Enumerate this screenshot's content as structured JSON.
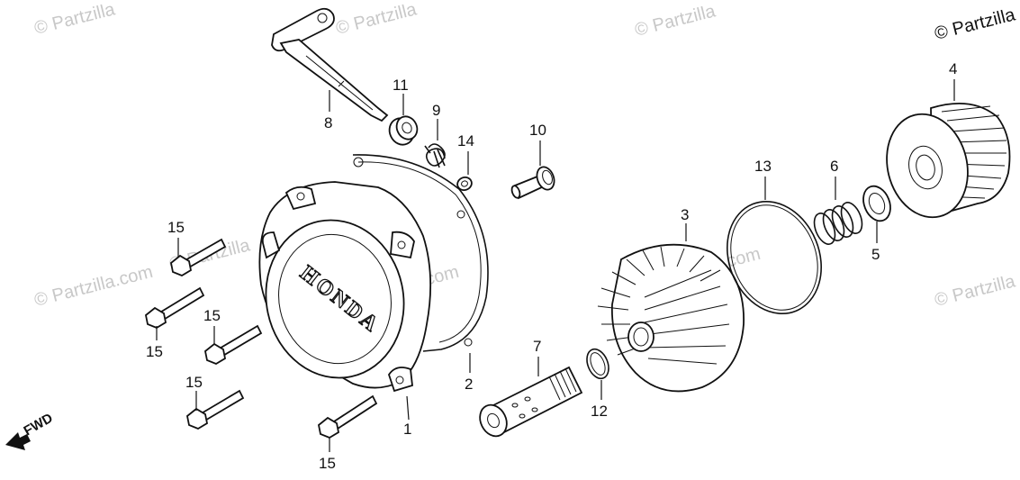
{
  "watermarks": [
    "© Partzilla",
    "© Partzilla",
    "© Partzilla",
    "© Partzilla.com",
    "© Partzilla.com",
    "© Partzilla.com",
    "© Partzilla",
    "© Partzilla"
  ],
  "copyright": "© Partzilla",
  "fwd_label": "FWD",
  "cover_logo": "HONDA",
  "parts": [
    {
      "number": "1",
      "name": "clutch-cover"
    },
    {
      "number": "2",
      "name": "cover-gasket"
    },
    {
      "number": "3",
      "name": "oil-filter-cover"
    },
    {
      "number": "4",
      "name": "oil-filter-element"
    },
    {
      "number": "5",
      "name": "washer"
    },
    {
      "number": "6",
      "name": "spring"
    },
    {
      "number": "7",
      "name": "filter-center-bolt"
    },
    {
      "number": "8",
      "name": "clutch-lifter-arm"
    },
    {
      "number": "9",
      "name": "return-spring"
    },
    {
      "number": "10",
      "name": "dowel-pin"
    },
    {
      "number": "11",
      "name": "oil-seal"
    },
    {
      "number": "12",
      "name": "o-ring-small"
    },
    {
      "number": "13",
      "name": "o-ring-large"
    },
    {
      "number": "14",
      "name": "small-washer"
    },
    {
      "number": "15",
      "name": "flange-bolt"
    }
  ],
  "callouts": [
    "1",
    "2",
    "3",
    "4",
    "5",
    "6",
    "7",
    "8",
    "9",
    "10",
    "11",
    "12",
    "13",
    "14",
    "15",
    "15",
    "15",
    "15",
    "15"
  ]
}
